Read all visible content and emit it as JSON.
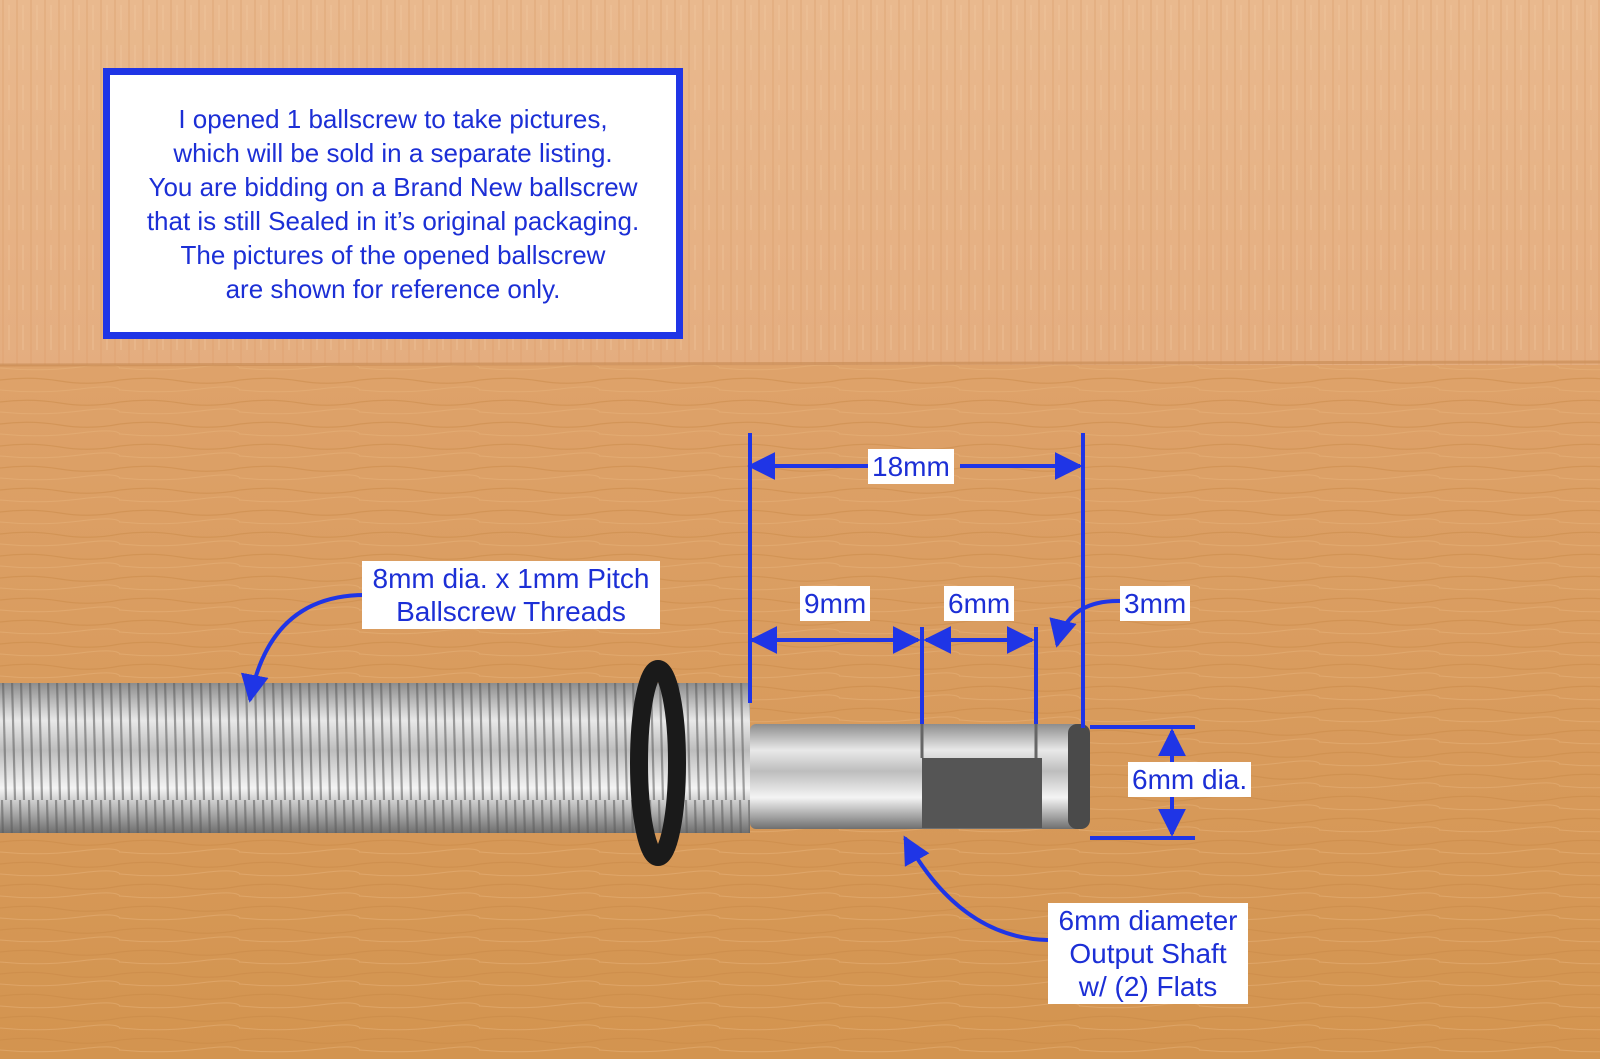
{
  "notice": {
    "lines": "I opened 1 ballscrew to take pictures,\nwhich will be sold in a separate listing.\nYou are bidding on a Brand New ballscrew\nthat is still Sealed in it’s original packaging.\nThe pictures of the opened ballscrew\nare shown for reference only."
  },
  "annotations": {
    "overall_length": "18mm",
    "section_1": "9mm",
    "section_2": "6mm",
    "section_3": "3mm",
    "shaft_diameter": "6mm dia.",
    "threads": "8mm dia. x 1mm Pitch\nBallscrew Threads",
    "output_shaft": "6mm diameter\nOutput Shaft\nw/ (2) Flats"
  },
  "colors": {
    "annotation_blue": "#1f35e6",
    "wood_upper": "#e8b487",
    "wood_lower": "#d99a5a",
    "metal": "#c9c9c9",
    "o_ring": "#1a1a1a"
  }
}
